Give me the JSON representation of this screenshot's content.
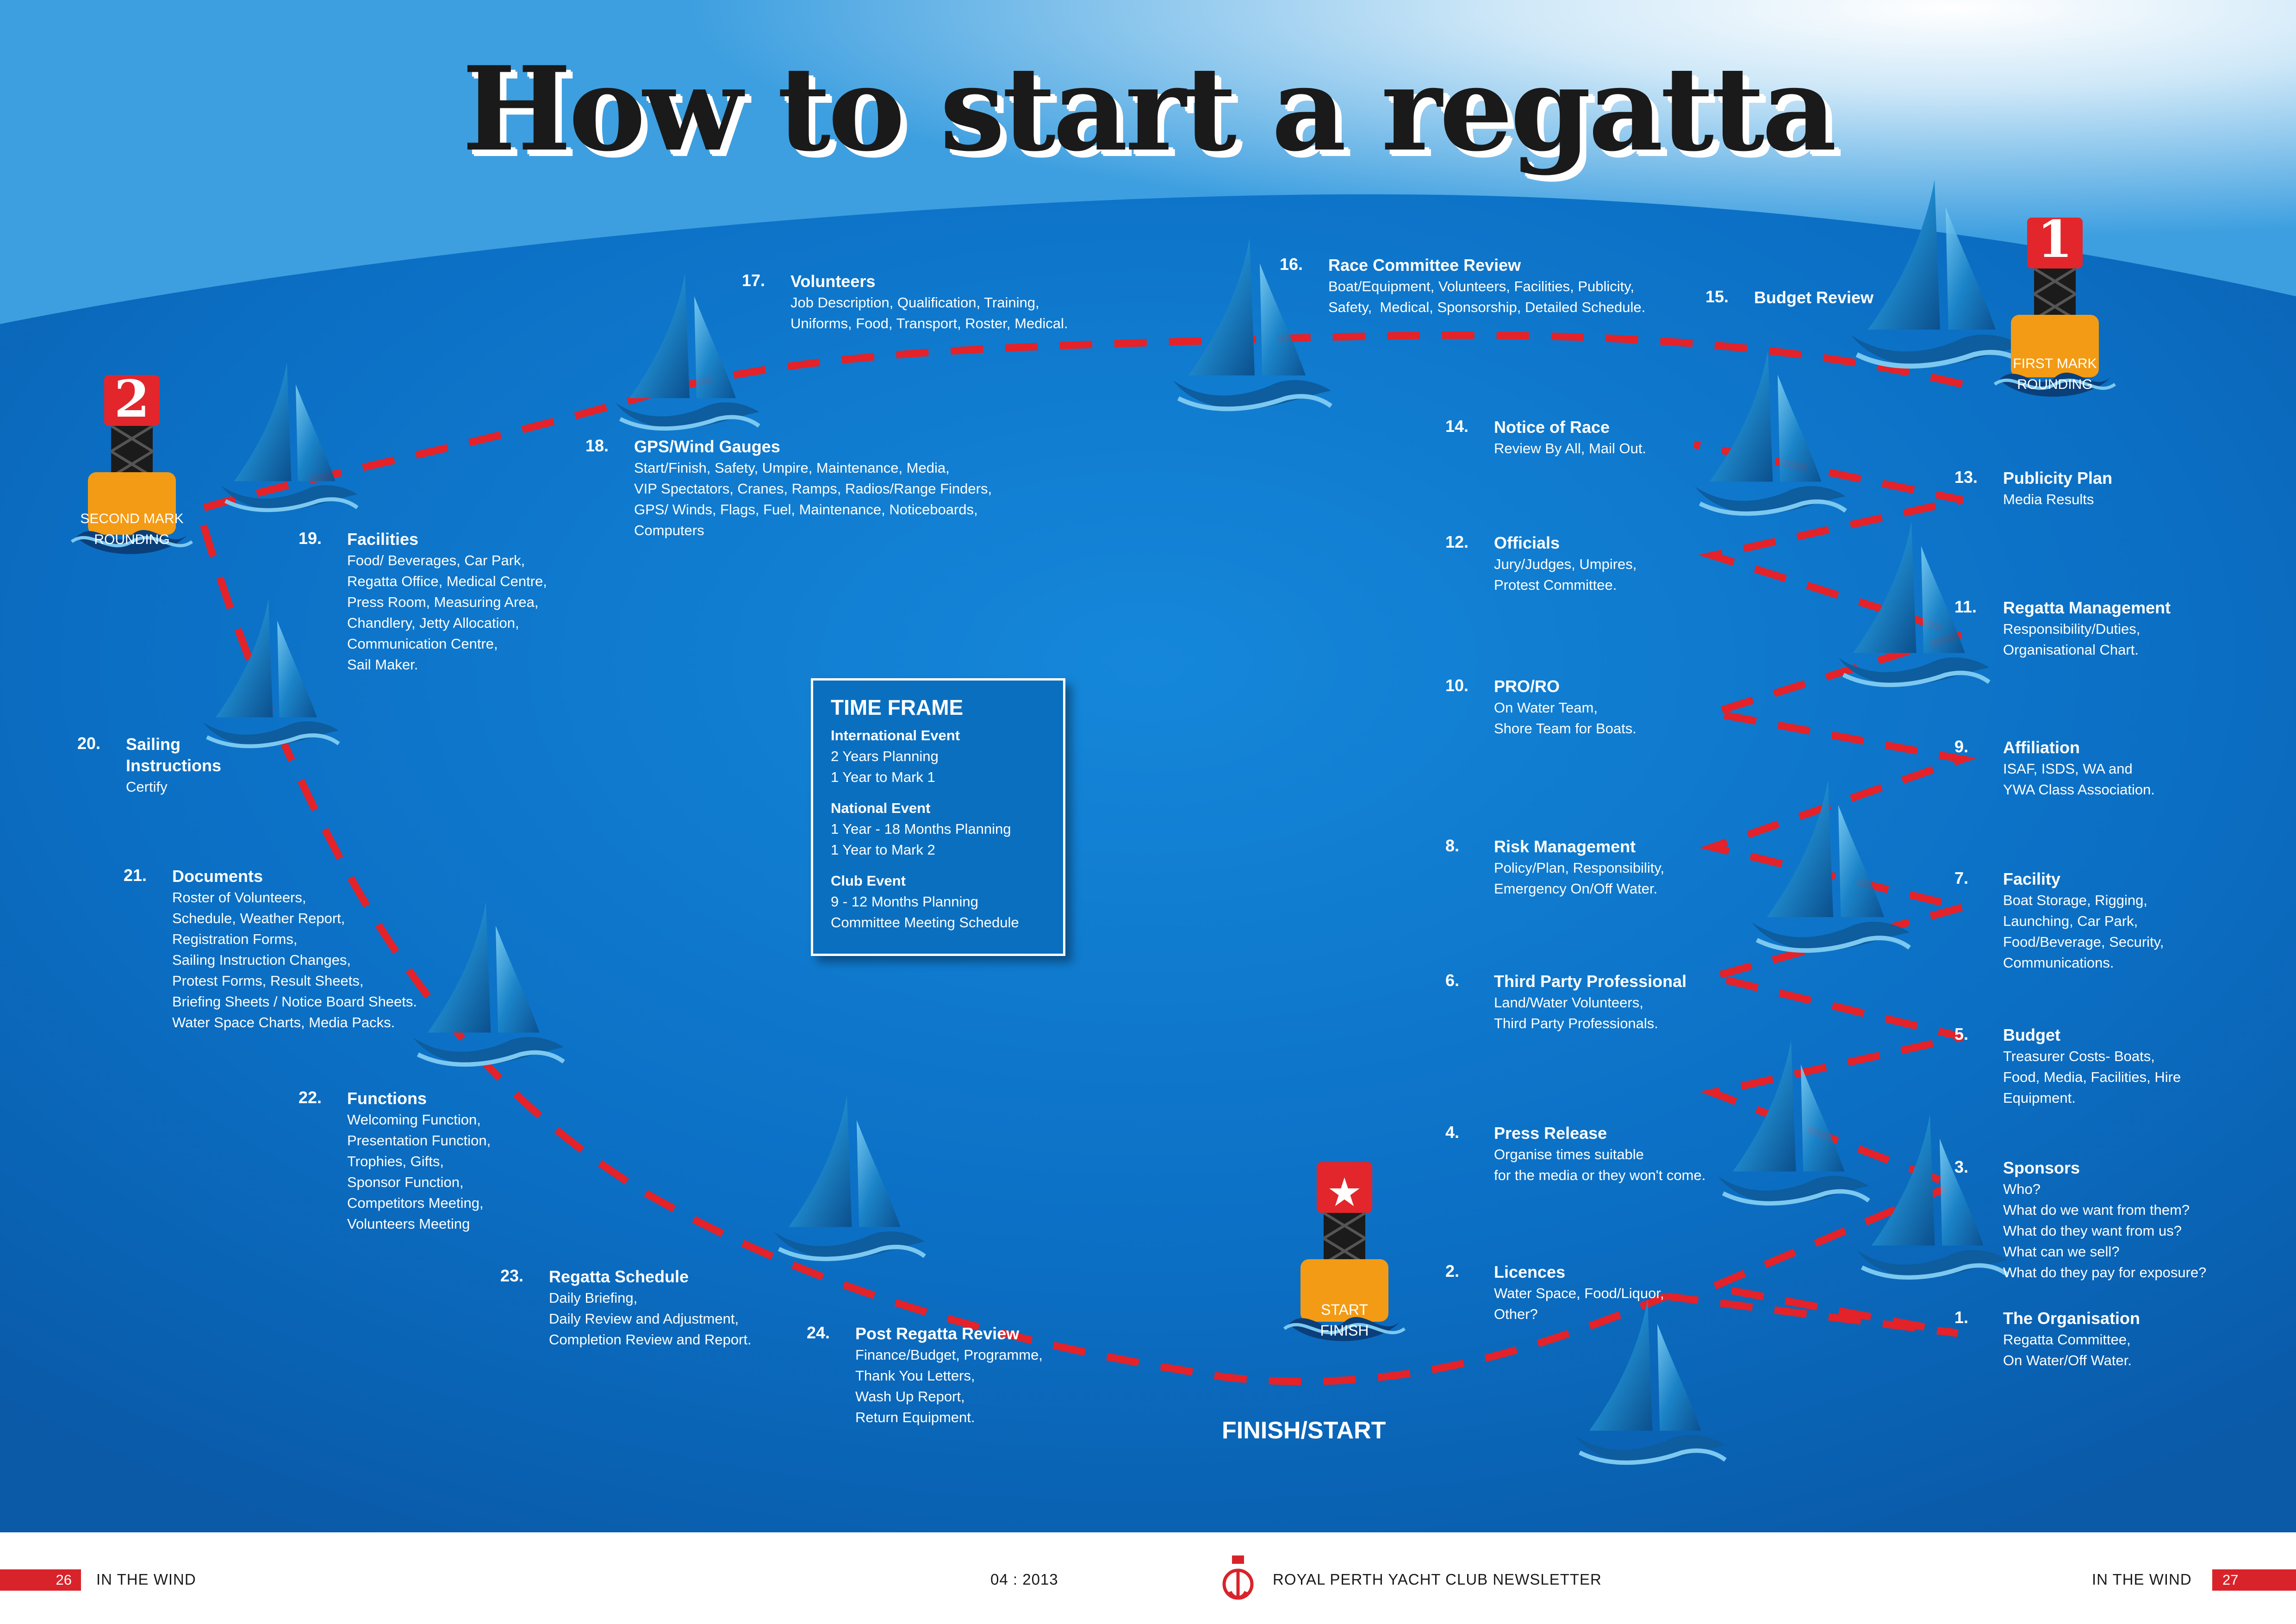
{
  "title": "How to start a regatta",
  "markers": {
    "first_mark": [
      "FIRST MARK",
      "ROUNDING"
    ],
    "second_mark": [
      "SECOND MARK",
      "ROUNDING"
    ],
    "start_finish": [
      "START",
      "FINISH"
    ],
    "first_mark_number": "1",
    "second_mark_number": "2",
    "finish_label": "FINISH/START"
  },
  "colors": {
    "sea_dark": "#0a63b8",
    "sea_light": "#2ea4e8",
    "route": "#e3222a",
    "marker_orange": "#f39b14",
    "marker_red": "#e3262b",
    "footer_red": "#d9232a"
  },
  "steps": [
    {
      "num": "1.",
      "head": "The Organisation",
      "body": "Regatta Committee,\nOn Water/Off Water."
    },
    {
      "num": "2.",
      "head": "Licences",
      "body": "Water Space, Food/Liquor,\nOther?"
    },
    {
      "num": "3.",
      "head": "Sponsors",
      "body": "Who?\nWhat do we want from them?\nWhat do they want from us?\nWhat can we sell?\nWhat do they pay for exposure?"
    },
    {
      "num": "4.",
      "head": "Press Release",
      "body": "Organise times suitable\nfor the media or they won't come."
    },
    {
      "num": "5.",
      "head": "Budget",
      "body": "Treasurer Costs- Boats,\nFood, Media, Facilities, Hire\nEquipment."
    },
    {
      "num": "6.",
      "head": "Third Party Professional",
      "body": "Land/Water Volunteers,\nThird Party Professionals."
    },
    {
      "num": "7.",
      "head": "Facility",
      "body": "Boat Storage, Rigging,\nLaunching, Car Park,\nFood/Beverage, Security,\nCommunications."
    },
    {
      "num": "8.",
      "head": "Risk Management",
      "body": "Policy/Plan, Responsibility,\nEmergency On/Off Water."
    },
    {
      "num": "9.",
      "head": "Affiliation",
      "body": "ISAF, ISDS, WA and\nYWA Class Association."
    },
    {
      "num": "10.",
      "head": "PRO/RO",
      "body": "On Water Team,\nShore Team for Boats."
    },
    {
      "num": "11.",
      "head": "Regatta Management",
      "body": "Responsibility/Duties,\nOrganisational Chart."
    },
    {
      "num": "12.",
      "head": "Officials",
      "body": "Jury/Judges, Umpires,\nProtest Committee."
    },
    {
      "num": "13.",
      "head": "Publicity Plan",
      "body": "Media Results"
    },
    {
      "num": "14.",
      "head": "Notice of Race",
      "body": "Review By All, Mail Out."
    },
    {
      "num": "15.",
      "head": "Budget Review",
      "body": ""
    },
    {
      "num": "16.",
      "head": "Race Committee Review",
      "body": "Boat/Equipment, Volunteers, Facilities, Publicity,\nSafety,  Medical, Sponsorship, Detailed Schedule."
    },
    {
      "num": "17.",
      "head": "Volunteers",
      "body": "Job Description, Qualification, Training,\nUniforms, Food, Transport, Roster, Medical."
    },
    {
      "num": "18.",
      "head": "GPS/Wind Gauges",
      "body": "Start/Finish, Safety, Umpire, Maintenance, Media,\nVIP Spectators, Cranes, Ramps, Radios/Range Finders,\nGPS/ Winds, Flags, Fuel, Maintenance, Noticeboards,\nComputers"
    },
    {
      "num": "19.",
      "head": "Facilities",
      "body": "Food/ Beverages, Car Park,\nRegatta Office, Medical Centre,\nPress Room, Measuring Area,\nChandlery, Jetty Allocation,\nCommunication Centre,\nSail Maker."
    },
    {
      "num": "20.",
      "head": "Sailing\nInstructions",
      "body": "Certify"
    },
    {
      "num": "21.",
      "head": "Documents",
      "body": "Roster of Volunteers,\nSchedule, Weather Report,\nRegistration Forms,\nSailing Instruction Changes,\nProtest Forms, Result Sheets,\nBriefing Sheets / Notice Board Sheets.\nWater Space Charts, Media Packs."
    },
    {
      "num": "22.",
      "head": "Functions",
      "body": "Welcoming Function,\nPresentation Function,\nTrophies, Gifts,\nSponsor Function,\nCompetitors Meeting,\nVolunteers Meeting"
    },
    {
      "num": "23.",
      "head": "Regatta Schedule",
      "body": "Daily Briefing,\nDaily Review and Adjustment,\nCompletion Review and Report."
    },
    {
      "num": "24.",
      "head": "Post Regatta Review",
      "body": "Finance/Budget, Programme,\nThank You Letters,\nWash Up Report,\nReturn Equipment."
    }
  ],
  "time_frame": {
    "title": "TIME FRAME",
    "groups": [
      {
        "head": "International Event",
        "lines": [
          "2 Years Planning",
          "1 Year to Mark 1"
        ]
      },
      {
        "head": "National Event",
        "lines": [
          "1 Year - 18 Months Planning",
          "1 Year to Mark 2"
        ]
      },
      {
        "head": "Club Event",
        "lines": [
          "9 - 12 Months Planning",
          "Committee Meeting Schedule"
        ]
      }
    ]
  },
  "footer": {
    "left_page": "26",
    "left_label": "IN THE WIND",
    "date": "04 : 2013",
    "newsletter": "ROYAL PERTH YACHT CLUB NEWSLETTER",
    "right_label": "IN THE WIND",
    "right_page": "27"
  }
}
